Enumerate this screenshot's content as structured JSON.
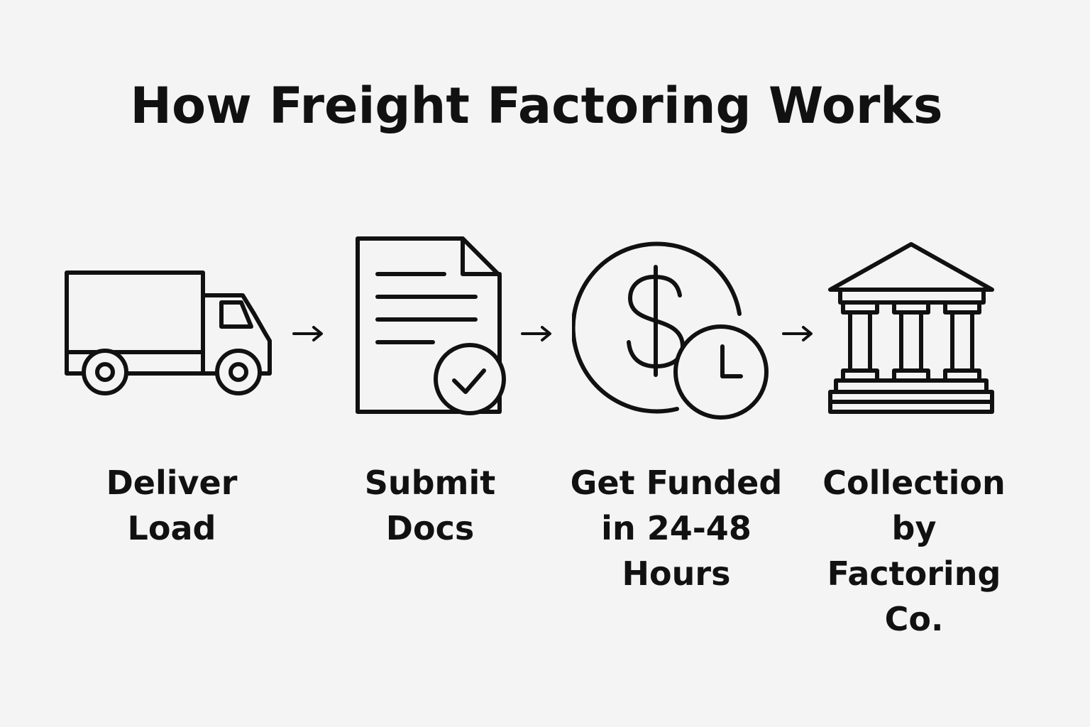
{
  "diagram": {
    "title": "How Freight Factoring Works",
    "steps": [
      {
        "icon": "truck-icon",
        "label": "Deliver\nLoad"
      },
      {
        "icon": "document-check-icon",
        "label": "Submit\nDocs"
      },
      {
        "icon": "dollar-clock-icon",
        "label": "Get Funded\nin 24-48\nHours"
      },
      {
        "icon": "bank-icon",
        "label": "Collection\nby\nFactoring Co."
      }
    ],
    "arrows": [
      "arrow-right-icon",
      "arrow-right-icon",
      "arrow-right-icon"
    ],
    "line_color": "#111111",
    "background": "#f4f4f4"
  }
}
